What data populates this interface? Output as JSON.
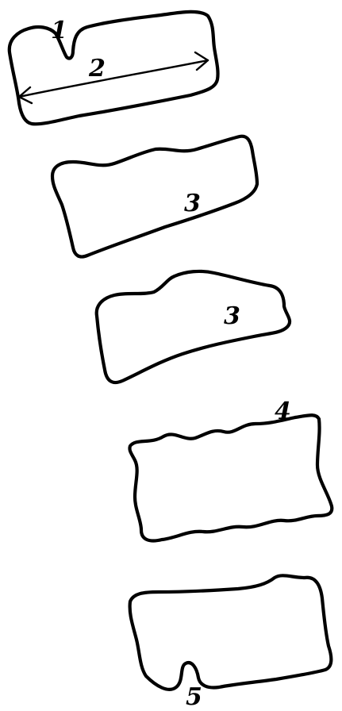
{
  "colors": {
    "background": "#ffffff",
    "ink": "#000000"
  },
  "labels": {
    "label_1": "1",
    "label_2": "2",
    "label_3a": "3",
    "label_3b": "3",
    "label_4": "4",
    "label_5": "5"
  }
}
